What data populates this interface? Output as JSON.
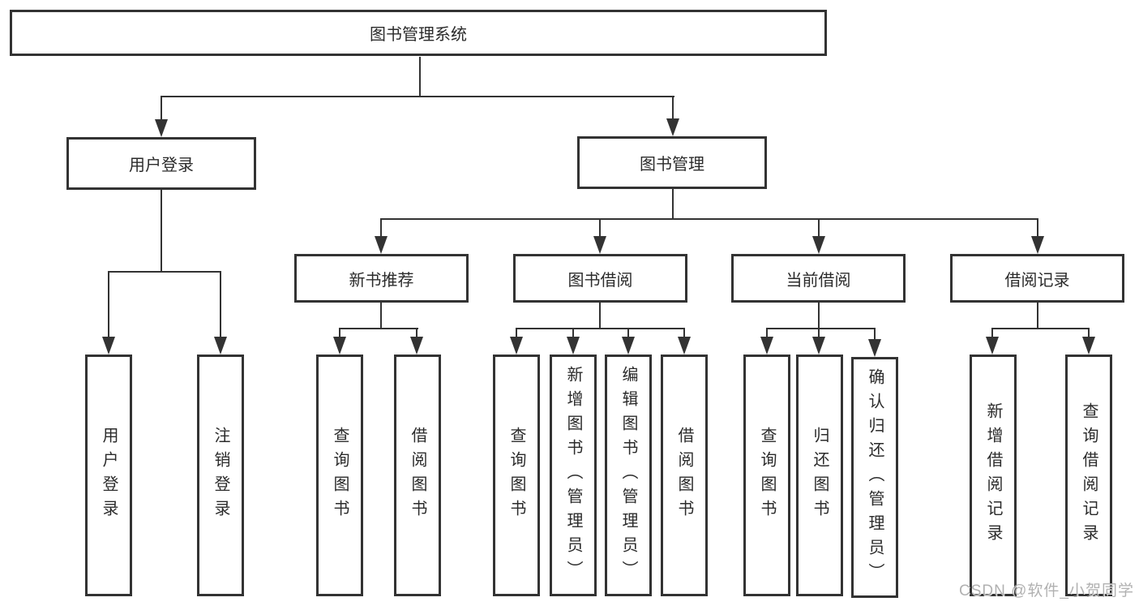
{
  "watermark": "CSDN @软件_小贺同学",
  "colors": {
    "line": "#333333",
    "text": "#2b2b2b",
    "background": "#ffffff",
    "watermark": "#a8a8a8"
  },
  "tree": {
    "label": "图书管理系统",
    "children": [
      {
        "label": "用户登录",
        "children": [
          {
            "label": "用户登录"
          },
          {
            "label": "注销登录"
          }
        ]
      },
      {
        "label": "图书管理",
        "children": [
          {
            "label": "新书推荐",
            "children": [
              {
                "label": "查询图书"
              },
              {
                "label": "借阅图书"
              }
            ]
          },
          {
            "label": "图书借阅",
            "children": [
              {
                "label": "查询图书"
              },
              {
                "label": "新增图书（管理员）"
              },
              {
                "label": "编辑图书（管理员）"
              },
              {
                "label": "借阅图书"
              }
            ]
          },
          {
            "label": "当前借阅",
            "children": [
              {
                "label": "查询图书"
              },
              {
                "label": "归还图书"
              },
              {
                "label": "确认归还（管理员）"
              }
            ]
          },
          {
            "label": "借阅记录",
            "children": [
              {
                "label": "新增借阅记录"
              },
              {
                "label": "查询借阅记录"
              }
            ]
          }
        ]
      }
    ]
  }
}
